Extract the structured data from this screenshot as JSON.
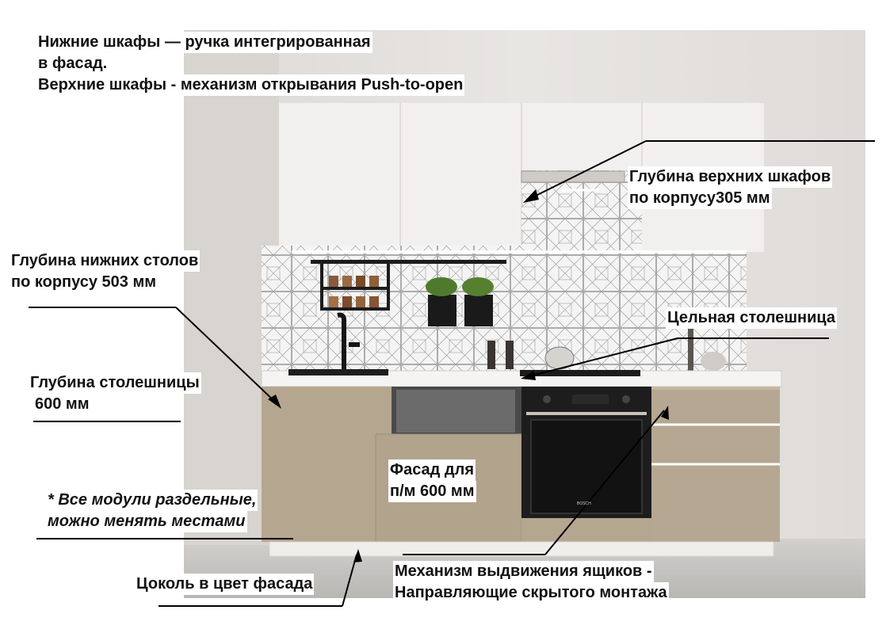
{
  "annotations": {
    "handles": {
      "line1": "Нижние шкафы — ручка интегрированная",
      "line2": "в фасад.",
      "line3": "Верхние шкафы - механизм открывания Push-to-open"
    },
    "upper_depth": {
      "line1": "Глубина верхних шкафов",
      "line2": "по корпусу305 мм"
    },
    "lower_depth": {
      "line1": "Глубина нижних столов",
      "line2": "по корпусу 503 мм"
    },
    "worktop": "Цельная столешница",
    "worktop_depth": {
      "line1": "Глубина столешницы",
      "line2": "600 мм"
    },
    "dishwasher_facade": {
      "line1": "Фасад для",
      "line2": "п/м 600 мм"
    },
    "modules_note": {
      "line1": "* Все модули раздельные,",
      "line2": "можно менять местами"
    },
    "plinth": "Цоколь в цвет фасада",
    "drawer_mechanism": {
      "line1": "Механизм выдвижения ящиков -",
      "line2": "Направляющие скрытого монтажа"
    }
  },
  "oven_brand": "BOSCH",
  "colors": {
    "upper_cabinets": "#f1efed",
    "lower_cabinets": "#b4a58f",
    "wall": "#e4e1de",
    "backsplash": "#f3f3f3",
    "floor": "#c9c7c4",
    "annotation_text": "#111111",
    "leader_lines": "#000000"
  }
}
